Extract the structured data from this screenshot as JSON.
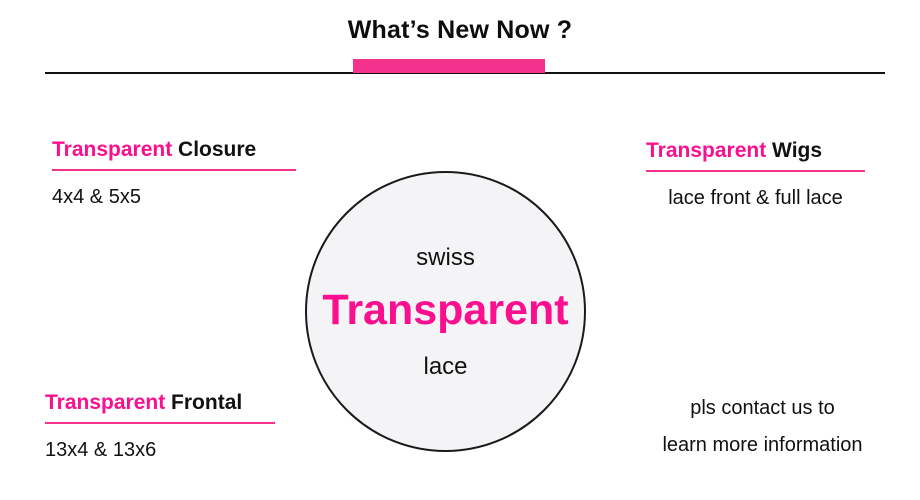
{
  "header": {
    "title": "What’s New Now ?",
    "accent_color": "#F4318D",
    "rule_color": "#111111"
  },
  "colors": {
    "pink": "#FA0F8F",
    "accent_bar": "#F4318D",
    "text": "#111111",
    "circle_fill": "#F4F4F6",
    "circle_border": "#1A1A1A",
    "background": "#FFFFFF"
  },
  "features": {
    "closure": {
      "heading_highlight": "Transparent",
      "heading_rest": " Closure",
      "subtitle": "4x4 & 5x5"
    },
    "frontal": {
      "heading_highlight": "Transparent",
      "heading_rest": " Frontal",
      "subtitle": "13x4 & 13x6"
    },
    "wigs": {
      "heading_highlight": "Transparent",
      "heading_rest": " Wigs",
      "subtitle": "lace front & full lace"
    }
  },
  "contact": {
    "line1": "pls contact us to",
    "line2": "learn more information"
  },
  "circle": {
    "top_label": "swiss",
    "main_label": "Transparent",
    "bottom_label": "lace"
  }
}
